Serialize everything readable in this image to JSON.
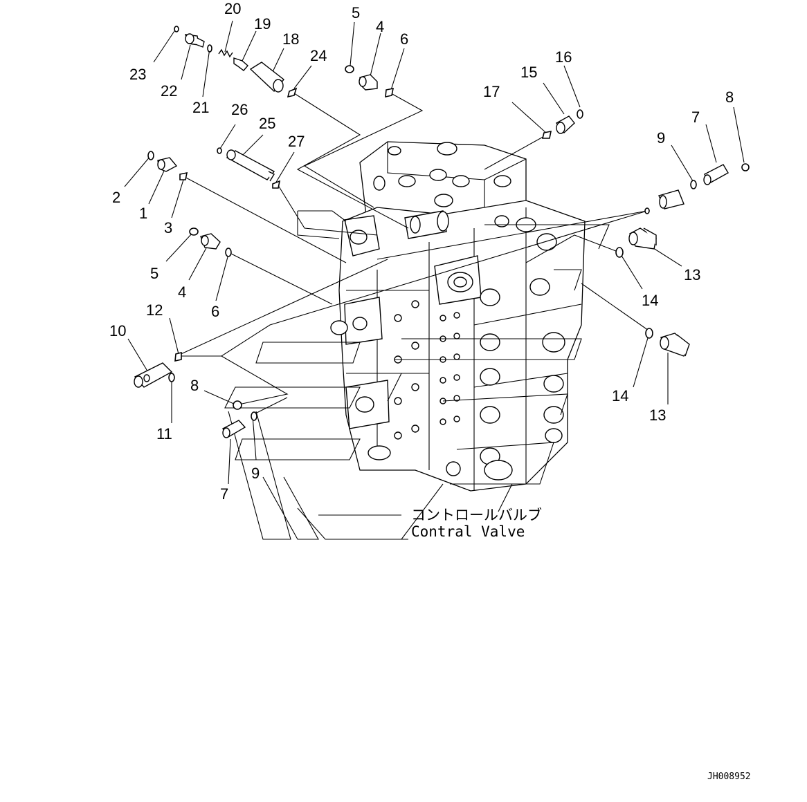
{
  "diagram": {
    "caption_jp": "コントロールバルブ",
    "caption_en": "Contral Valve",
    "drawing_id": "JH008952",
    "callouts": [
      {
        "id": "c20",
        "label": "20"
      },
      {
        "id": "c19",
        "label": "19"
      },
      {
        "id": "c18",
        "label": "18"
      },
      {
        "id": "c23",
        "label": "23"
      },
      {
        "id": "c22",
        "label": "22"
      },
      {
        "id": "c21",
        "label": "21"
      },
      {
        "id": "c24",
        "label": "24"
      },
      {
        "id": "c5a",
        "label": "5"
      },
      {
        "id": "c4a",
        "label": "4"
      },
      {
        "id": "c6a",
        "label": "6"
      },
      {
        "id": "c16",
        "label": "16"
      },
      {
        "id": "c15",
        "label": "15"
      },
      {
        "id": "c17",
        "label": "17"
      },
      {
        "id": "c8a",
        "label": "8"
      },
      {
        "id": "c7a",
        "label": "7"
      },
      {
        "id": "c9a",
        "label": "9"
      },
      {
        "id": "c26",
        "label": "26"
      },
      {
        "id": "c25",
        "label": "25"
      },
      {
        "id": "c27",
        "label": "27"
      },
      {
        "id": "c2",
        "label": "2"
      },
      {
        "id": "c1",
        "label": "1"
      },
      {
        "id": "c3",
        "label": "3"
      },
      {
        "id": "c5b",
        "label": "5"
      },
      {
        "id": "c4b",
        "label": "4"
      },
      {
        "id": "c6b",
        "label": "6"
      },
      {
        "id": "c13a",
        "label": "13"
      },
      {
        "id": "c14a",
        "label": "14"
      },
      {
        "id": "c12",
        "label": "12"
      },
      {
        "id": "c10",
        "label": "10"
      },
      {
        "id": "c11",
        "label": "11"
      },
      {
        "id": "c8b",
        "label": "8"
      },
      {
        "id": "c7b",
        "label": "7"
      },
      {
        "id": "c9b",
        "label": "9"
      },
      {
        "id": "c14b",
        "label": "14"
      },
      {
        "id": "c13b",
        "label": "13"
      }
    ]
  }
}
